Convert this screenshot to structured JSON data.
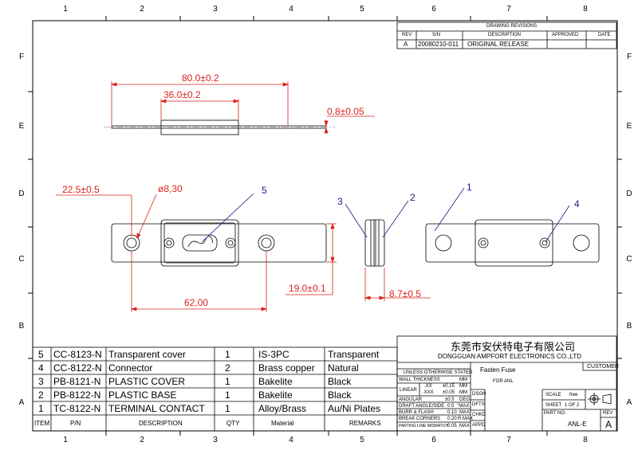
{
  "zones": {
    "columns": [
      "1",
      "2",
      "3",
      "4",
      "5",
      "6",
      "7",
      "8"
    ],
    "rows": [
      "F",
      "E",
      "D",
      "C",
      "B",
      "A"
    ]
  },
  "revisions": {
    "title": "DRAWING REVISIONS",
    "headers": [
      "REV",
      "S/N",
      "DESCRIPTION",
      "APPROVED",
      "DATE"
    ],
    "row": {
      "rev": "A",
      "sn": "20080210-011",
      "description": "ORIGINAL RELEASE",
      "approved": "",
      "date": ""
    }
  },
  "dimensions": {
    "top_total": "80.0±0.2",
    "top_body": "36.0±0.2",
    "top_thickness": "0.8±0.05",
    "front_edge": "22.5±0.5",
    "front_hole": "ø8,30",
    "front_pitch": "62,00",
    "front_height": "19.0±0.1",
    "side_width": "8.7±0.5"
  },
  "callouts": [
    "1",
    "2",
    "3",
    "4",
    "5"
  ],
  "bom": {
    "headers": {
      "item": "ITEM",
      "pn": "P/N",
      "desc": "DESCRIPTION",
      "qty": "QTY",
      "material": "Material",
      "remarks": "REMARKS"
    },
    "rows": [
      {
        "item": "5",
        "pn": "CC-8123-N",
        "desc": "Transparent cover",
        "qty": "1",
        "material": "IS-3PC",
        "remarks": "Transparent"
      },
      {
        "item": "4",
        "pn": "CC-8122-N",
        "desc": "Connector",
        "qty": "2",
        "material": "Brass copper",
        "remarks": "Natural"
      },
      {
        "item": "3",
        "pn": "PB-8121-N",
        "desc": "PLASTIC COVER",
        "qty": "1",
        "material": "Bakelite",
        "remarks": "Black"
      },
      {
        "item": "2",
        "pn": "PB-8122-N",
        "desc": "PLASTIC BASE",
        "qty": "1",
        "material": "Bakelite",
        "remarks": "Black"
      },
      {
        "item": "1",
        "pn": "TC-8122-N",
        "desc": "TERMINAL CONTACT",
        "qty": "1",
        "material": "Alloy/Brass",
        "remarks": "Au/Ni Plates"
      }
    ]
  },
  "title_block": {
    "company_cn": "东莞市安伏特电子有限公司",
    "company_en": "DONGGUAN AMPFORT ELECTRONICS CO.,LTD",
    "unless": "UNLESS OTHERWISE STATED",
    "tolerances": [
      {
        "label": "WALL THICKNESS",
        "value": "MM"
      },
      {
        "label": "LINEAR",
        "sub1": ".XX",
        "val1": "±0.15",
        "u1": "MM",
        "sub2": ".XXX",
        "val2": "±0.05",
        "u2": "MM"
      },
      {
        "label": "ANGULAR",
        "value": "±0.5",
        "unit": "DEG"
      },
      {
        "label": "DRAFT ANGLE/SIDE",
        "value": "0.5",
        "unit": "°MAX"
      },
      {
        "label": "BURR & FLASH",
        "value": "0.10",
        "unit": "MAX"
      },
      {
        "label": "BREAK CORNERS",
        "value": "0.20",
        "unit": "R.MAX"
      },
      {
        "label": "PARTING LINE MISMATCH",
        "value": "0.05",
        "unit": "MAX"
      }
    ],
    "sign_labels": [
      "DSGN",
      "DFTS",
      "CHKD",
      "APPD"
    ],
    "customer": "CUSTOMER",
    "part_title": "Fasten Fuse",
    "part_sub": "FOR ANL",
    "scale_label": "SCALE",
    "scale_value": "free",
    "sheet_label": "SHEET",
    "sheet_value": "1  OF  2",
    "part_no_label": "PART NO.",
    "part_no": "ANL-E",
    "rev_label": "REV",
    "rev_value": "A"
  }
}
